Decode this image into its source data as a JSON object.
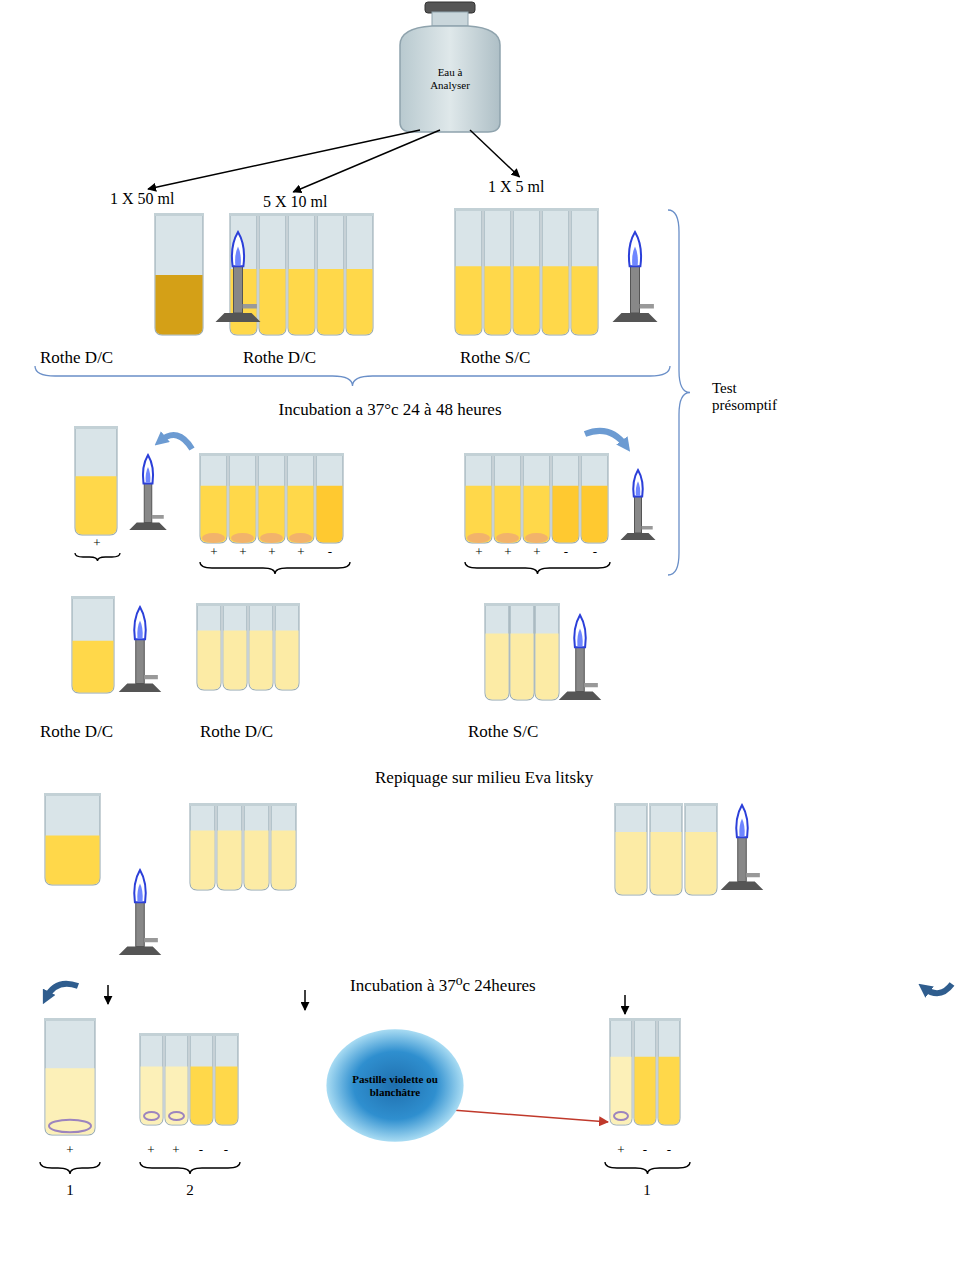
{
  "diagram": {
    "nodes": [
      {
        "text": [
          "Eau à Analyser"
        ]
      },
      {
        "text": [
          "1 X 50 ml",
          "Rothe D/C"
        ]
      },
      {
        "text": [
          "5 X 10 ml",
          "Rothe D/C"
        ]
      },
      {
        "text": [
          "1 X 5 ml",
          "Rothe S/C"
        ]
      },
      {
        "text": [
          "Pastille violette ou blanchâtre"
        ]
      }
    ],
    "edges": [
      {
        "from": 0,
        "to": 1,
        "arrow": "to"
      },
      {
        "from": 0,
        "to": 2,
        "arrow": "to"
      },
      {
        "from": 0,
        "to": 3,
        "arrow": "to"
      }
    ],
    "labels": [
      "+",
      "+",
      "+",
      "+",
      "+",
      "-",
      "+",
      "+",
      "+",
      "-",
      "-",
      "Incubation a 37°c 24 à 48 heures",
      "Test présomptif",
      "Rothe D/C",
      "Rothe D/C",
      "Rothe S/C",
      "Repiquage sur milieu Eva litsky",
      "Incubation à 37⁰c 24heures",
      "+",
      "+",
      "+",
      "-",
      "-",
      "+",
      "-",
      "-",
      "1",
      "2",
      "1"
    ]
  }
}
